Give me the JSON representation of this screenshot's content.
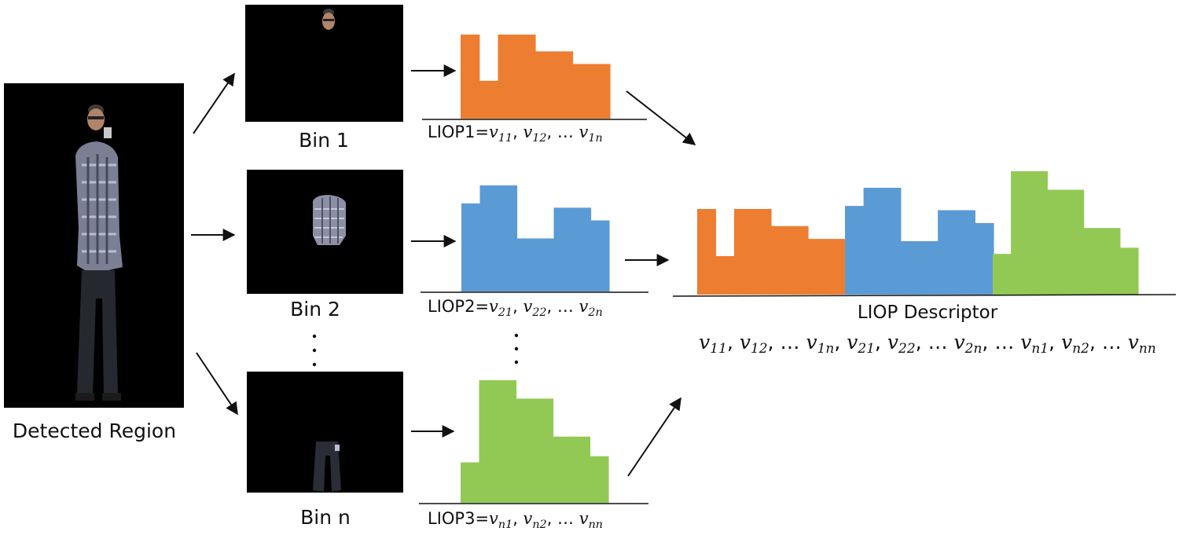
{
  "labels": {
    "detected_region": "Detected Region",
    "bin1": "Bin 1",
    "bin2": "Bin 2",
    "binn": "Bin n",
    "descriptor_title": "LIOP Descriptor"
  },
  "formulas": {
    "liop1": [
      {
        "t": "LIOP1=",
        "k": "plain"
      },
      {
        "t": "v",
        "k": "var"
      },
      {
        "t": "11",
        "k": "sub"
      },
      {
        "t": ", ",
        "k": "plain"
      },
      {
        "t": "v",
        "k": "var"
      },
      {
        "t": "12",
        "k": "sub"
      },
      {
        "t": ", … ",
        "k": "plain"
      },
      {
        "t": "v",
        "k": "var"
      },
      {
        "t": "1n",
        "k": "sub"
      }
    ],
    "liop2": [
      {
        "t": "LIOP2=",
        "k": "plain"
      },
      {
        "t": "v",
        "k": "var"
      },
      {
        "t": "21",
        "k": "sub"
      },
      {
        "t": ", ",
        "k": "plain"
      },
      {
        "t": "v",
        "k": "var"
      },
      {
        "t": "22",
        "k": "sub"
      },
      {
        "t": ", … ",
        "k": "plain"
      },
      {
        "t": "v",
        "k": "var"
      },
      {
        "t": "2n",
        "k": "sub"
      }
    ],
    "liop3": [
      {
        "t": "LIOP3=",
        "k": "plain"
      },
      {
        "t": "v",
        "k": "var"
      },
      {
        "t": "n1",
        "k": "sub"
      },
      {
        "t": ", ",
        "k": "plain"
      },
      {
        "t": "v",
        "k": "var"
      },
      {
        "t": "n2",
        "k": "sub"
      },
      {
        "t": ", … ",
        "k": "plain"
      },
      {
        "t": "v",
        "k": "var"
      },
      {
        "t": "nn",
        "k": "sub"
      }
    ],
    "descriptor": [
      {
        "t": "v",
        "k": "var"
      },
      {
        "t": "11",
        "k": "sub"
      },
      {
        "t": ", ",
        "k": "plain"
      },
      {
        "t": "v",
        "k": "var"
      },
      {
        "t": "12",
        "k": "sub"
      },
      {
        "t": ", … ",
        "k": "plain"
      },
      {
        "t": "v",
        "k": "var"
      },
      {
        "t": "1n",
        "k": "sub"
      },
      {
        "t": ", ",
        "k": "plain"
      },
      {
        "t": "v",
        "k": "var"
      },
      {
        "t": "21",
        "k": "sub"
      },
      {
        "t": ", ",
        "k": "plain"
      },
      {
        "t": "v",
        "k": "var"
      },
      {
        "t": "22",
        "k": "sub"
      },
      {
        "t": ", … ",
        "k": "plain"
      },
      {
        "t": "v",
        "k": "var"
      },
      {
        "t": "2n",
        "k": "sub"
      },
      {
        "t": ", … ",
        "k": "plain"
      },
      {
        "t": "v",
        "k": "var"
      },
      {
        "t": "n1",
        "k": "sub"
      },
      {
        "t": ", ",
        "k": "plain"
      },
      {
        "t": "v",
        "k": "var"
      },
      {
        "t": "n2",
        "k": "sub"
      },
      {
        "t": ", … ",
        "k": "plain"
      },
      {
        "t": "v",
        "k": "var"
      },
      {
        "t": "nn",
        "k": "sub"
      }
    ]
  },
  "histograms": {
    "bin1": {
      "color": "#ed7d31",
      "values": [
        1.0,
        0.45,
        1.0,
        1.0,
        0.8,
        0.8,
        0.65,
        0.65
      ]
    },
    "bin2": {
      "color": "#5b9bd5",
      "values": [
        0.83,
        1.0,
        1.0,
        0.5,
        0.5,
        0.79,
        0.79,
        0.67
      ]
    },
    "binn": {
      "color": "#92c954",
      "values": [
        0.33,
        1.0,
        1.0,
        0.85,
        0.85,
        0.54,
        0.54,
        0.38
      ]
    }
  },
  "colors": {
    "orange": "#ed7d31",
    "blue": "#5b9bd5",
    "green": "#92c954",
    "image_background": "#000000"
  }
}
